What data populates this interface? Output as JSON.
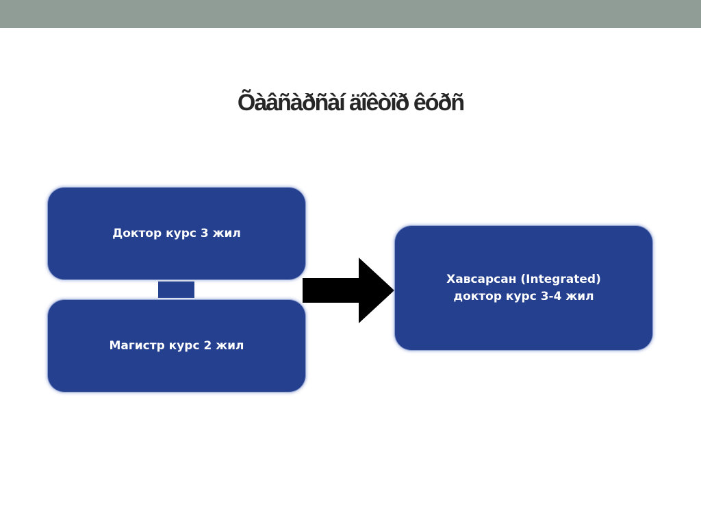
{
  "slide": {
    "title": "Õàâñàðñàí äîêòîð êóðñ"
  },
  "diagram": {
    "doctor_box": {
      "label": "Доктор курс 3 жил"
    },
    "master_box": {
      "label": "Магистр курс 2 жил"
    },
    "integrated_box": {
      "line1": "Хавсарсан (Integrated)",
      "line2": "доктор курс 3-4 жил"
    }
  },
  "colors": {
    "box_fill": "#25408f",
    "top_band": "#909c96",
    "title_text": "#262626",
    "arrow": "#000000"
  },
  "icons": {
    "arrow": "arrow-right-icon"
  }
}
